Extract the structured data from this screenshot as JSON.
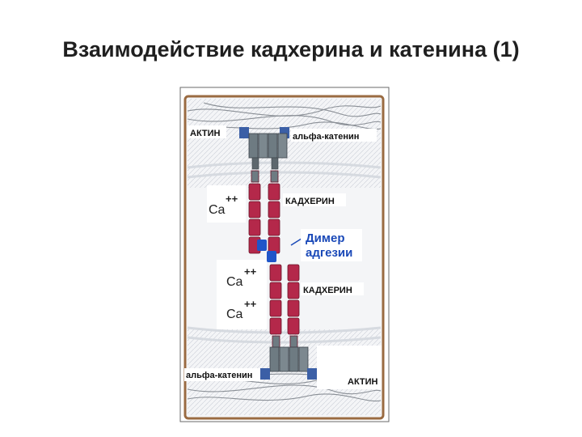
{
  "slide": {
    "title": "Взаимодействие кадхерина и катенина (1)"
  },
  "diagram": {
    "labels": {
      "actin_top": "АКТИН",
      "alpha_catenin_top": "альфа-катенин",
      "ca_1": "Ca",
      "ca_2": "Ca",
      "ca_3": "Ca",
      "ca_charge": "++",
      "cadherin_top": "КАДХЕРИН",
      "dimer_line1": "Димер",
      "dimer_line2": "адгезии",
      "cadherin_bottom": "КАДХЕРИН",
      "alpha_catenin_bottom": "альфа-катенин",
      "actin_bottom": "АКТИН"
    },
    "colors": {
      "frame": "#9a6b42",
      "cadherin": "#b4284a",
      "catenin": "#6e7b82",
      "adhesion_dimer": "#1f55c9",
      "dimer_text": "#1a49b8",
      "membrane": "#e6e9ee"
    }
  }
}
